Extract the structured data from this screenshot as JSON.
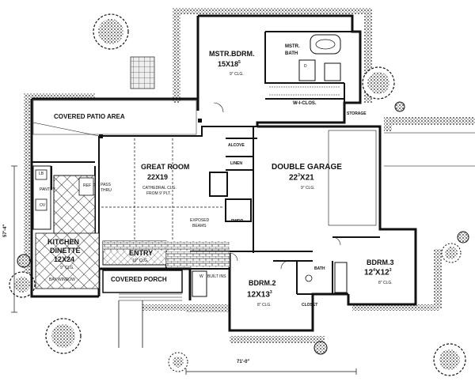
{
  "rooms": {
    "master_bedroom": {
      "name": "MSTR.BDRM.",
      "dims": "15X18",
      "dims_sup": "5",
      "clg": "9\" CLG."
    },
    "master_bath": {
      "name": "MSTR.",
      "name2": "BATH"
    },
    "walk_in_closet": {
      "name": "W-I-CLOS."
    },
    "storage": {
      "name": "STORAGE"
    },
    "covered_patio": {
      "name": "COVERED PATIO AREA"
    },
    "alcove": {
      "name": "ALCOVE"
    },
    "linen": {
      "name": "LINEN"
    },
    "great_room": {
      "name": "GREAT ROOM",
      "dims": "22X19",
      "note1": "CATHEDRAL CLG.",
      "note2": "FROM 9' PLT.",
      "beams1": "EXPOSED",
      "beams2": "BEAMS",
      "pass1": "PASS",
      "pass2": "THRU"
    },
    "double_garage": {
      "name": "DOUBLE GARAGE",
      "dims": "22",
      "dims_sup": "3",
      "dims2": "X21",
      "clg": "9\" CLG."
    },
    "powder": {
      "name": "PWDR"
    },
    "kitchen": {
      "name1": "KITCHEN",
      "name2": "DINETTE",
      "dims": "12X24",
      "clg": "9\" CLG.",
      "pantry": "PANTRY",
      "ov": "OV",
      "lb": "LB",
      "bay": "BAY",
      "window": "WINDOW",
      "ref": "REF"
    },
    "entry": {
      "name": "ENTRY",
      "clg": "10\" CLG."
    },
    "covered_porch": {
      "name": "COVERED PORCH"
    },
    "built_ins": {
      "text1": "BUILT",
      "text2": "INS"
    },
    "bedroom2": {
      "name": "BDRM.2",
      "dims": "12X13",
      "dims_sup": "3",
      "clg": "8\" CLG."
    },
    "bath": {
      "name": "BATH"
    },
    "closet": {
      "name": "CLOSET"
    },
    "bedroom3": {
      "name": "BDRM.3",
      "dims": "12",
      "dims_sup": "4",
      "dims2": "X12",
      "dims2_sup": "3",
      "clg": "8\" CLG."
    },
    "misc": {
      "dn": "D",
      "w": "W"
    }
  },
  "dimensions": {
    "width": "71'-0\"",
    "depth": "57'-4\""
  },
  "colors": {
    "ink": "#111111",
    "paper": "#ffffff",
    "grass": "#444444"
  }
}
